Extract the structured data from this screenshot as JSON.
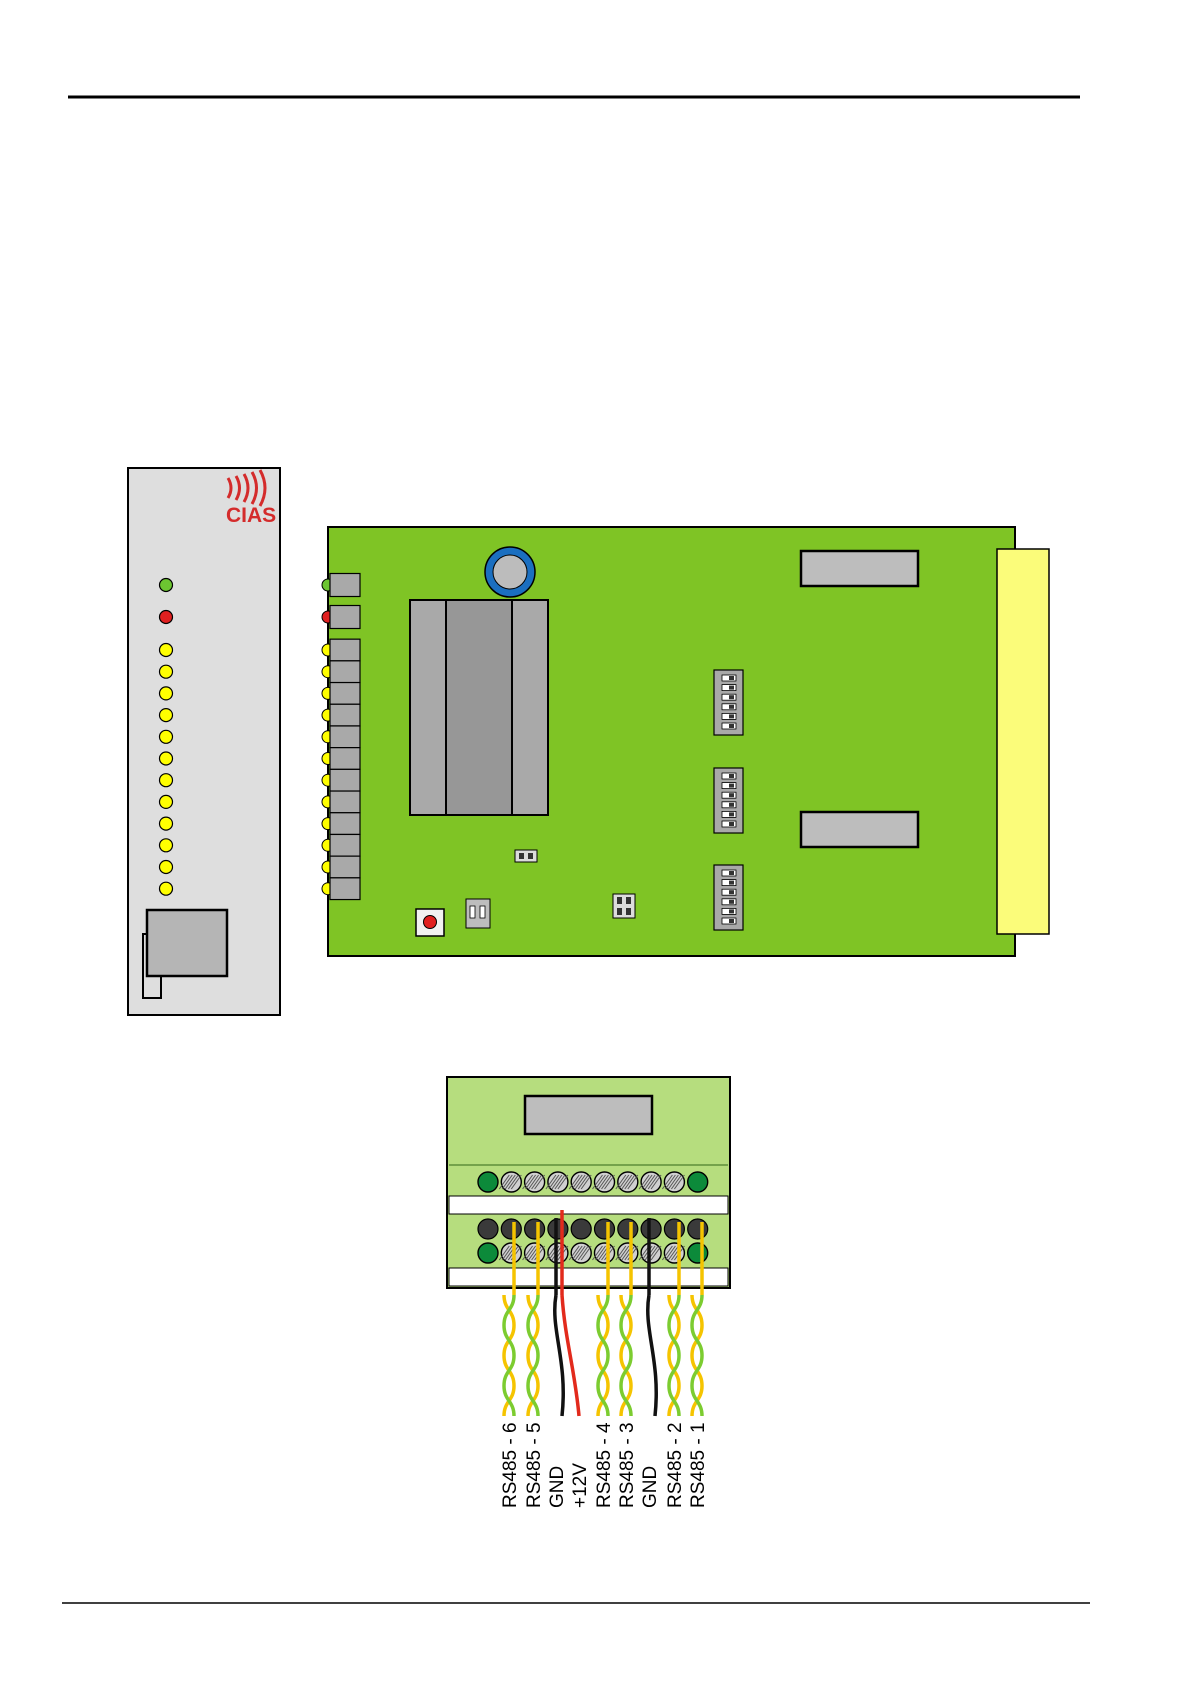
{
  "logo": {
    "text": "CIAS",
    "color": "#d42b2b"
  },
  "colors": {
    "pcb": "#7fc425",
    "panel": "#dedede",
    "led_green": "#6cc531",
    "led_red": "#e02020",
    "led_yellow": "#ffff00",
    "edge_connector": "#fbfc7a",
    "capacitor": "#1b6fc0",
    "chip": "#a9a9a9",
    "terminal_board": "#b6dd7e",
    "terminal_green": "#0c8a3a",
    "wire_yellow": "#f5c400",
    "wire_green": "#7ccc30",
    "wire_red": "#e22a1c",
    "wire_black": "#111111"
  },
  "front_panel": {
    "leds": [
      "green",
      "red",
      "yellow",
      "yellow",
      "yellow",
      "yellow",
      "yellow",
      "yellow",
      "yellow",
      "yellow",
      "yellow",
      "yellow",
      "yellow",
      "yellow"
    ]
  },
  "pcb": {
    "dip_switch_banks": 3,
    "dip_switch_positions": 6
  },
  "terminal_block": {
    "top_row_terminals": 10,
    "bottom_row_terminals": 10
  },
  "wires": [
    {
      "label": "RS485 - 6",
      "type": "pair"
    },
    {
      "label": "RS485 - 5",
      "type": "pair"
    },
    {
      "label": "GND",
      "type": "black"
    },
    {
      "label": "+12V",
      "type": "red"
    },
    {
      "label": "RS485 - 4",
      "type": "pair"
    },
    {
      "label": "RS485 - 3",
      "type": "pair"
    },
    {
      "label": "GND",
      "type": "black"
    },
    {
      "label": "RS485 - 2",
      "type": "pair"
    },
    {
      "label": "RS485 - 1",
      "type": "pair"
    }
  ]
}
